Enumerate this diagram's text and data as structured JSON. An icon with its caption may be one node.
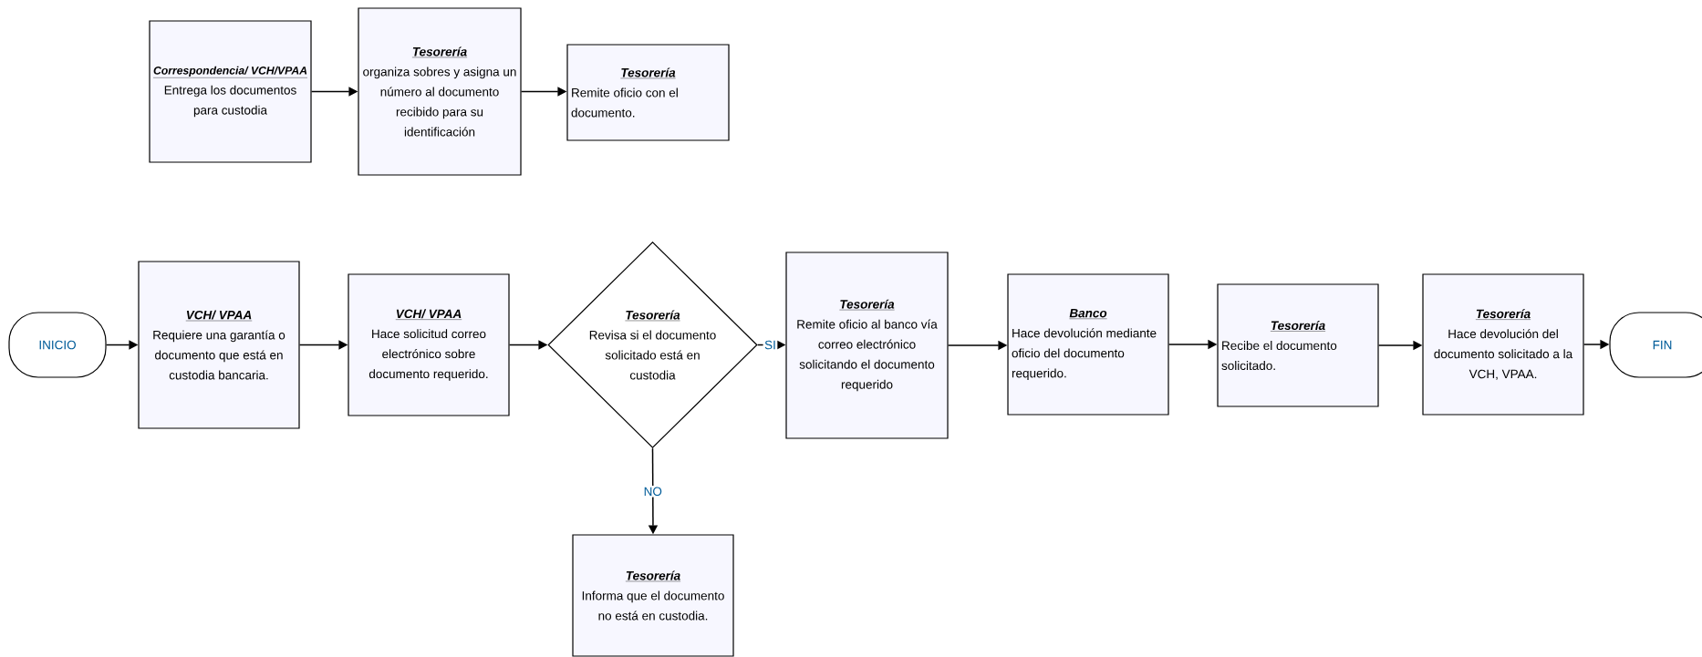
{
  "diagram": {
    "nodes": [
      {
        "text": [
          "Correspondencia/ VCH/VPAA",
          "Entrega los documentos para custodia"
        ]
      },
      {
        "text": [
          "Tesorería",
          "organiza sobres y asigna un número al documento recibido para su identificación"
        ]
      },
      {
        "text": [
          "Tesorería",
          "Remite oficio con el documento."
        ]
      },
      {
        "text": [
          "INICIO"
        ]
      },
      {
        "text": [
          "VCH/ VPAA",
          "Requiere una garantía o documento que está en custodia bancaria."
        ]
      },
      {
        "text": [
          "VCH/ VPAA",
          "Hace solicitud correo electrónico sobre documento requerido."
        ]
      },
      {
        "text": [
          "Tesorería",
          "Revisa si el documento solicitado está en custodia"
        ]
      },
      {
        "text": [
          "Tesorería",
          "Remite oficio al banco vía correo electrónico solicitando el documento requerido"
        ]
      },
      {
        "text": [
          "Banco",
          "Hace devolución mediante oficio del documento requerido."
        ]
      },
      {
        "text": [
          "Tesorería",
          "Recibe el documento solicitado."
        ]
      },
      {
        "text": [
          "Tesorería",
          "Hace devolución del documento solicitado a la VCH, VPAA."
        ]
      },
      {
        "text": [
          "FIN"
        ]
      },
      {
        "text": [
          "Tesorería",
          "Informa que el documento no está en custodia."
        ]
      }
    ],
    "edges": [
      {
        "from": 0,
        "to": 1,
        "arrow": "to"
      },
      {
        "from": 1,
        "to": 2,
        "arrow": "to"
      },
      {
        "from": 3,
        "to": 4,
        "arrow": "to"
      },
      {
        "from": 4,
        "to": 5,
        "arrow": "to"
      },
      {
        "from": 5,
        "to": 6,
        "arrow": "to"
      },
      {
        "from": 6,
        "to": 7,
        "arrow": "to",
        "label": "SI"
      },
      {
        "from": 7,
        "to": 8,
        "arrow": "to"
      },
      {
        "from": 8,
        "to": 9,
        "arrow": "to"
      },
      {
        "from": 9,
        "to": 10,
        "arrow": "to"
      },
      {
        "from": 10,
        "to": 11,
        "arrow": "to"
      },
      {
        "from": 6,
        "to": 12,
        "arrow": "to",
        "label": "NO"
      }
    ]
  }
}
